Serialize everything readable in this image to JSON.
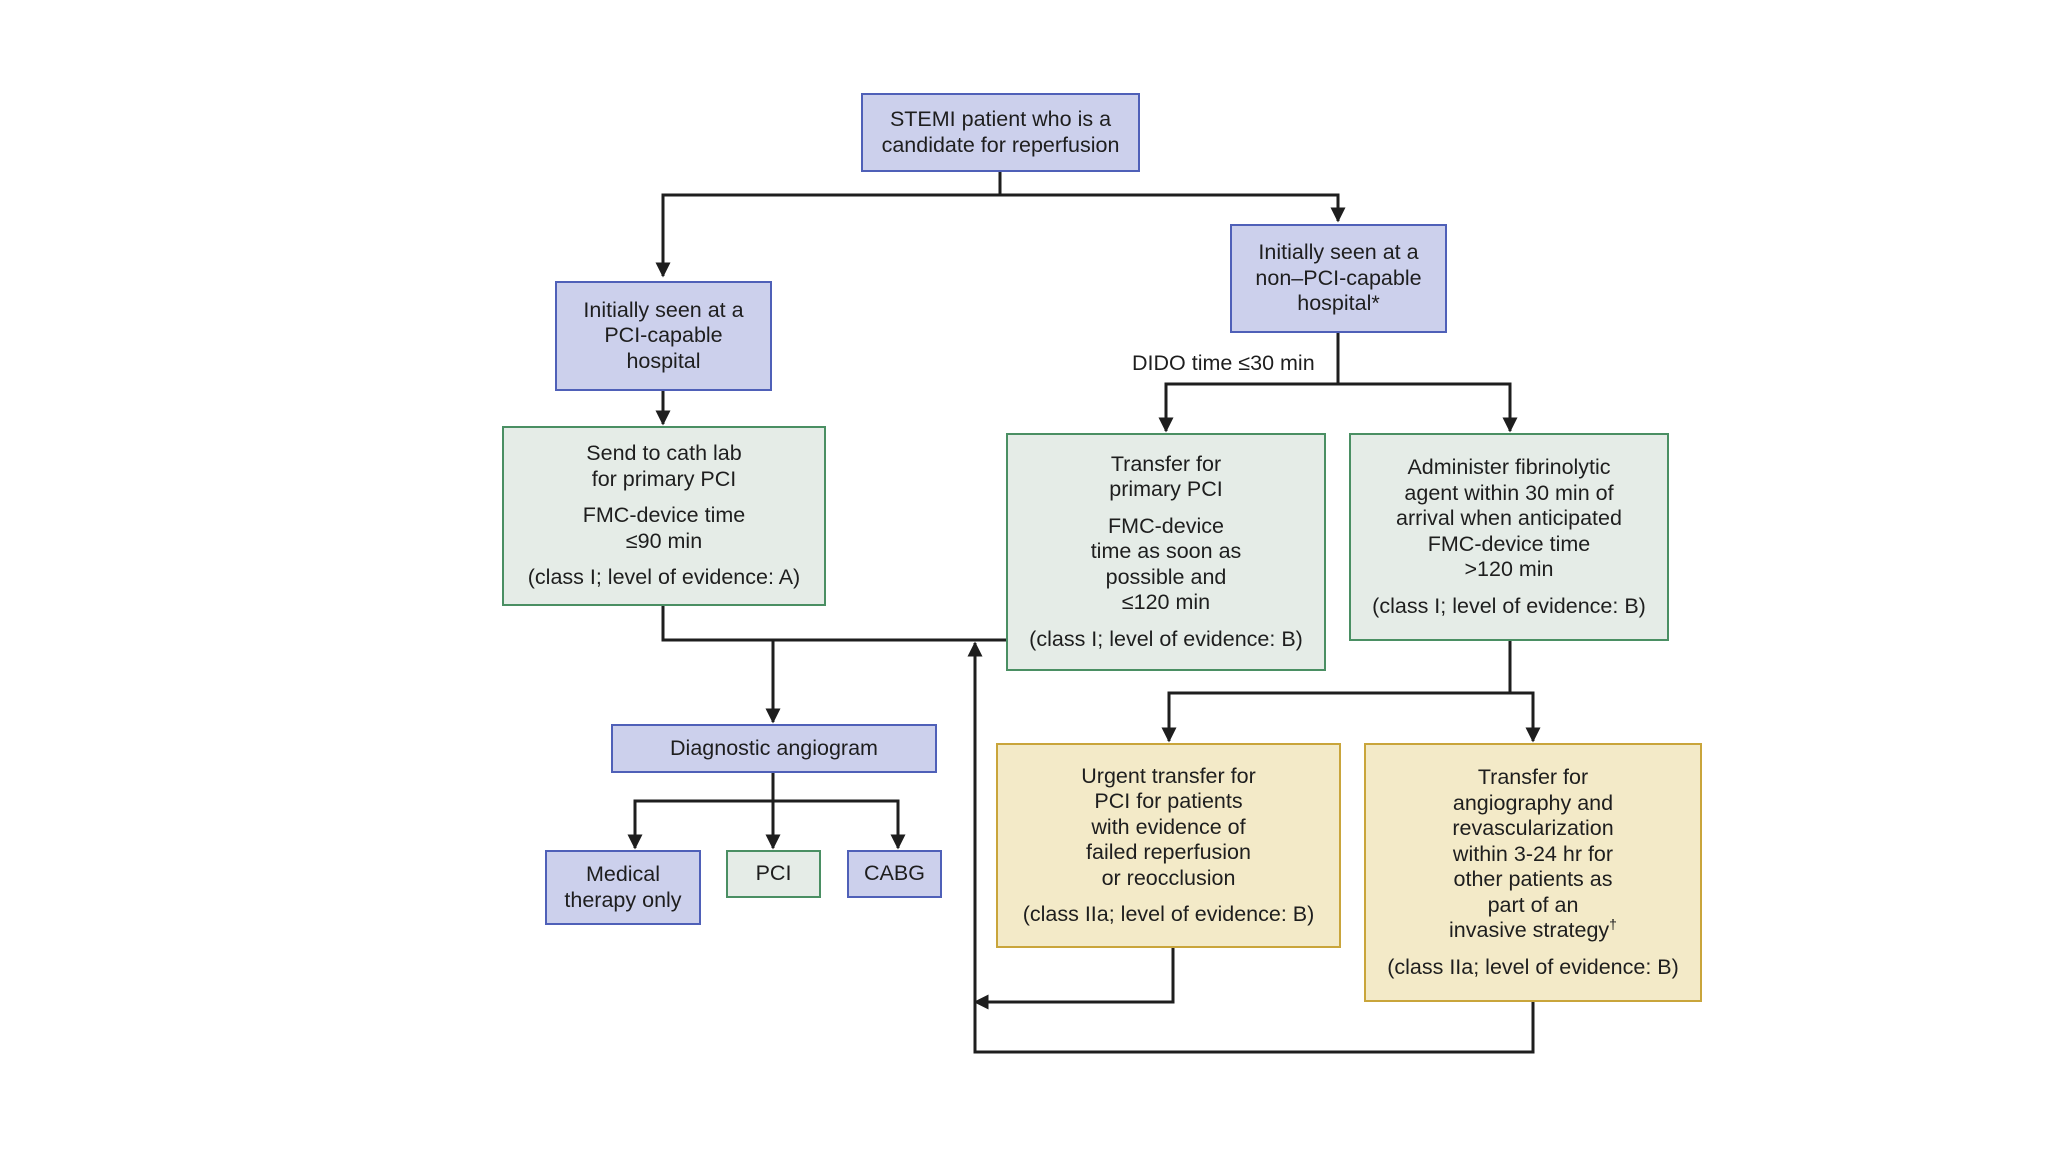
{
  "nodes": {
    "start": "STEMI patient who is a candidate for reperfusion",
    "pci_hospital": "Initially seen at a PCI-capable hospital",
    "non_pci_hospital": "Initially seen at a non–PCI-capable hospital*",
    "dido_label": "DIDO time ≤30 min",
    "cath_lab": {
      "line1": "Send to cath lab",
      "line2": "for primary PCI",
      "line3": "FMC-device time",
      "line4": "≤90 min",
      "evidence": "(class I; level of evidence: A)"
    },
    "transfer_primary": {
      "line1": "Transfer for",
      "line2": "primary PCI",
      "line3": "FMC-device",
      "line4": "time as soon as",
      "line5": "possible and",
      "line6": "≤120 min",
      "evidence": "(class I; level of evidence: B)"
    },
    "fibrinolytic": {
      "line1": "Administer fibrinolytic",
      "line2": "agent within 30 min of",
      "line3": "arrival when anticipated",
      "line4": "FMC-device time",
      "line5": ">120 min",
      "evidence": "(class I; level of evidence: B)"
    },
    "diagnostic": "Diagnostic angiogram",
    "medical": {
      "line1": "Medical",
      "line2": "therapy only"
    },
    "pci": "PCI",
    "cabg": "CABG",
    "urgent": {
      "line1": "Urgent transfer for",
      "line2": "PCI for patients",
      "line3": "with evidence of",
      "line4": "failed reperfusion",
      "line5": "or reocclusion",
      "evidence": "(class IIa;  level of evidence: B)"
    },
    "invasive": {
      "line1": "Transfer for",
      "line2": "angiography and",
      "line3": "revascularization",
      "line4": "within 3-24 hr for",
      "line5": "other patients as",
      "line6": "part of an",
      "line7": "invasive strategy",
      "dagger": "†",
      "evidence": "(class IIa; level of evidence: B)"
    }
  },
  "colors": {
    "blue_fill": "#ccd0ec",
    "blue_border": "#4f60b8",
    "green_fill": "#e5ece7",
    "green_border": "#4a8f63",
    "yellow_fill": "#f3eac8",
    "yellow_border": "#c9a53b",
    "connector": "#1e1e1e"
  }
}
